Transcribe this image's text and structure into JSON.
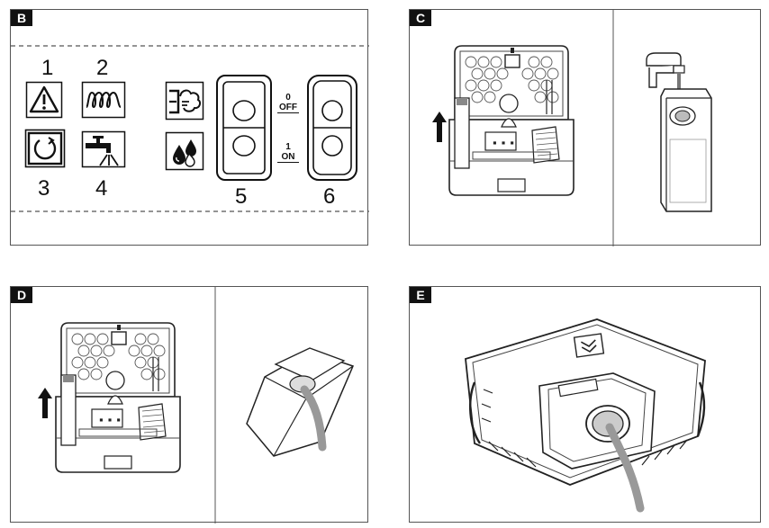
{
  "panels": {
    "b": {
      "label": "B"
    },
    "c": {
      "label": "C"
    },
    "d": {
      "label": "D"
    },
    "e": {
      "label": "E"
    }
  },
  "symbols": {
    "n1": "1",
    "n2": "2",
    "n3": "3",
    "n4": "4",
    "n5": "5",
    "n6": "6"
  },
  "switch_labels": {
    "off_num": "0",
    "off_text": "OFF",
    "on_num": "1",
    "on_text": "ON"
  },
  "icons": [
    "warning-triangle-icon",
    "heating-coil-icon",
    "power-cycle-icon",
    "water-tap-icon",
    "steam-icon",
    "water-drops-icon"
  ]
}
